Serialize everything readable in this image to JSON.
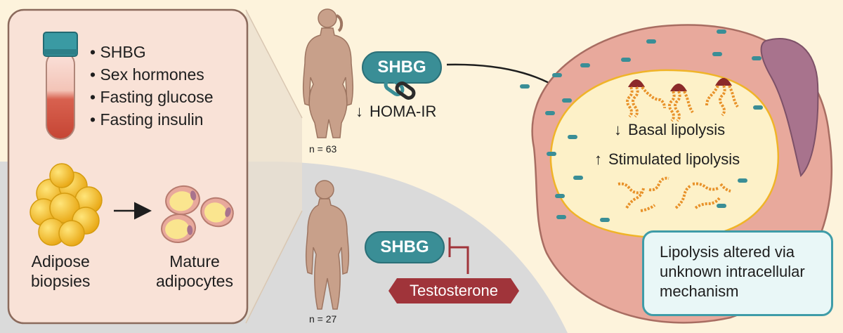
{
  "measures_list": [
    "SHBG",
    "Sex hormones",
    "Fasting glucose",
    "Fasting insulin"
  ],
  "biopsy_label": "Adipose\nbiopsies",
  "adipocytes_label": "Mature\nadipocytes",
  "female_group": {
    "n_label": "n = 63",
    "shbg_label": "SHBG",
    "homa_label": "HOMA-IR",
    "homa_direction": "down"
  },
  "male_group": {
    "n_label": "n = 27",
    "shbg_label": "SHBG",
    "testosterone_label": "Testosterone"
  },
  "cell": {
    "basal_label": "Basal lipolysis",
    "basal_direction": "down",
    "stimulated_label": "Stimulated lipolysis",
    "stimulated_direction": "up"
  },
  "callout": {
    "lines": [
      "Lipolysis altered via",
      "unknown intracellular",
      "mechanism"
    ]
  },
  "colors": {
    "background": "#fdf3dc",
    "male_panel": "#dadada",
    "shbg_teal": "#3a8e96",
    "testosterone_red": "#a0343a",
    "membrane_pink": "#e8a99c",
    "cytoplasm_yellow": "#fdf1c8",
    "nucleus_purple": "#a8738d",
    "body_silhouette": "#c8a08a",
    "fat_yellow": "#f0b828"
  },
  "icons": [
    "blood-tube-icon",
    "adipose-tissue-icon",
    "adipocyte-icon",
    "chain-link-icon",
    "triglyceride-icon",
    "fatty-acid-icon",
    "body-silhouette-icon"
  ]
}
